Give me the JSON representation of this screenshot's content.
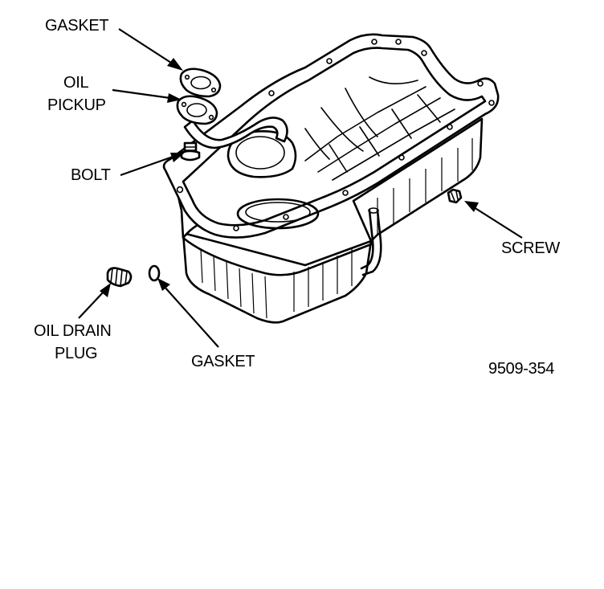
{
  "labels": {
    "gasket_top": "GASKET",
    "oil_pickup_line1": "OIL",
    "oil_pickup_line2": "PICKUP",
    "bolt": "BOLT",
    "screw": "SCREW",
    "oil_drain_plug_line1": "OIL DRAIN",
    "oil_drain_plug_line2": "PLUG",
    "gasket_bottom": "GASKET",
    "figure_number": "9509-354"
  }
}
